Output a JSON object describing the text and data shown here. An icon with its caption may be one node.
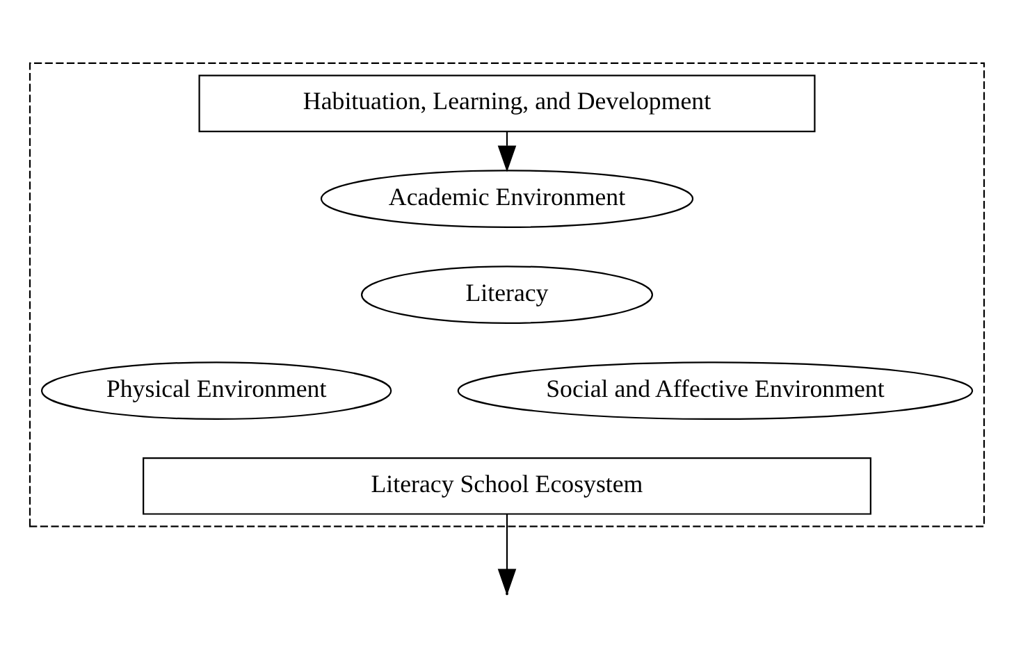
{
  "diagram": {
    "nodes": [
      {
        "text": [],
        "shape": "box"
      },
      {
        "text": [
          "Habituation, Learning, and Development"
        ],
        "in": 0
      },
      {
        "text": [
          "Academic Environment"
        ],
        "in": 0
      },
      {
        "text": [
          "Literacy"
        ],
        "in": 0
      },
      {
        "text": [
          "Physical Environment"
        ],
        "in": 0
      },
      {
        "text": [
          "Social and Affective Environment"
        ],
        "in": 0
      },
      {
        "text": [
          "Literacy School Ecosystem"
        ],
        "in": 0
      }
    ],
    "edges": [
      {
        "from": 1,
        "to": 2,
        "arrow": "to"
      },
      {
        "from": 6,
        "to": null,
        "arrow": "to"
      }
    ]
  }
}
